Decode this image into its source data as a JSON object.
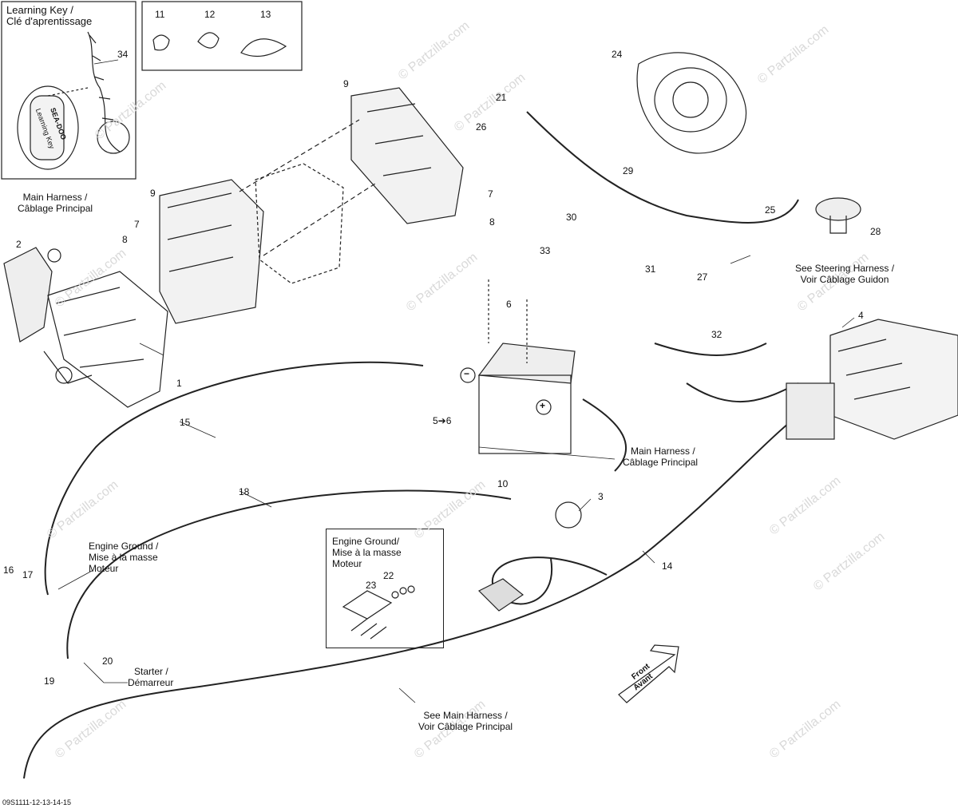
{
  "watermark": "© Partzilla.com",
  "diagram_code": "09S1111-12-13-14-15",
  "learning_key": {
    "title_en": "Learning Key /",
    "title_fr": "Clé d'aprentissage",
    "key_brand": "SEA-DOO",
    "key_text": "Learning Key"
  },
  "notes": {
    "main_harness_top_en": "Main Harness /",
    "main_harness_top_fr": "Câblage Principal",
    "main_harness_right_en": "Main Harness /",
    "main_harness_right_fr": "Câblage Principal",
    "steering_en": "See Steering Harness /",
    "steering_fr": "Voir Câblage Guidon",
    "engine_ground_left_1": "Engine Ground /",
    "engine_ground_left_2": "Mise à la masse",
    "engine_ground_left_3": "Moteur",
    "engine_ground_box_1": "Engine Ground/",
    "engine_ground_box_2": "Mise à la masse",
    "engine_ground_box_3": "Moteur",
    "starter_en": "Starter /",
    "starter_fr": "Démarreur",
    "see_main_en": "See Main Harness /",
    "see_main_fr": "Voir Câblage Principal",
    "front_en": "Front",
    "front_fr": "Avant",
    "minus": "−",
    "plus": "+"
  },
  "callouts": {
    "c1": "1",
    "c2": "2",
    "c3": "3",
    "c4": "4",
    "c5_6": "5➔6",
    "c6": "6",
    "c7a": "7",
    "c7b": "7",
    "c8a": "8",
    "c8b": "8",
    "c9a": "9",
    "c9b": "9",
    "c10": "10",
    "c11": "11",
    "c12": "12",
    "c13": "13",
    "c14": "14",
    "c15": "15",
    "c16": "16",
    "c17": "17",
    "c18": "18",
    "c19": "19",
    "c20": "20",
    "c21": "21",
    "c22": "22",
    "c23": "23",
    "c24": "24",
    "c25": "25",
    "c26": "26",
    "c27": "27",
    "c28": "28",
    "c29": "29",
    "c30": "30",
    "c31": "31",
    "c32": "32",
    "c33": "33",
    "c34": "34"
  }
}
